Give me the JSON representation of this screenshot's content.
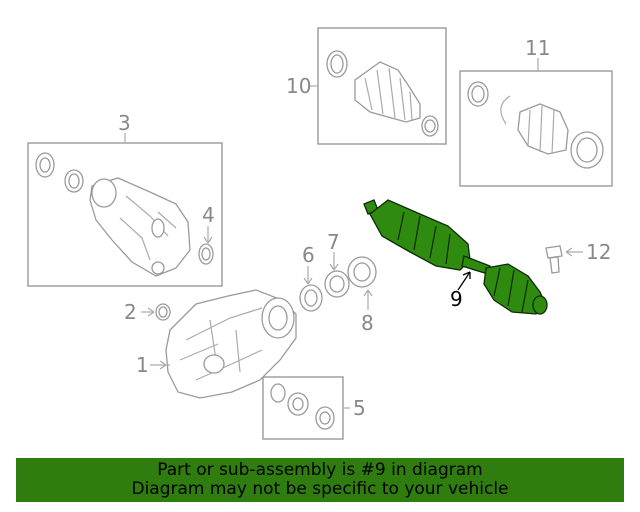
{
  "diagram": {
    "callouts": [
      {
        "id": "1",
        "text": "1",
        "highlight": false
      },
      {
        "id": "2",
        "text": "2",
        "highlight": false
      },
      {
        "id": "3",
        "text": "3",
        "highlight": false
      },
      {
        "id": "4",
        "text": "4",
        "highlight": false
      },
      {
        "id": "5",
        "text": "5",
        "highlight": false
      },
      {
        "id": "6",
        "text": "6",
        "highlight": false
      },
      {
        "id": "7",
        "text": "7",
        "highlight": false
      },
      {
        "id": "8",
        "text": "8",
        "highlight": false
      },
      {
        "id": "9",
        "text": "9",
        "highlight": true
      },
      {
        "id": "10",
        "text": "10",
        "highlight": false
      },
      {
        "id": "11",
        "text": "11",
        "highlight": false
      },
      {
        "id": "12",
        "text": "12",
        "highlight": false
      }
    ],
    "highlight_color": "#2f8a10",
    "line_color": "#999999"
  },
  "banner": {
    "line1": "Part or sub-assembly is #9 in diagram",
    "line2": "Diagram may not be specific to your vehicle",
    "background": "#2f7d0f"
  }
}
